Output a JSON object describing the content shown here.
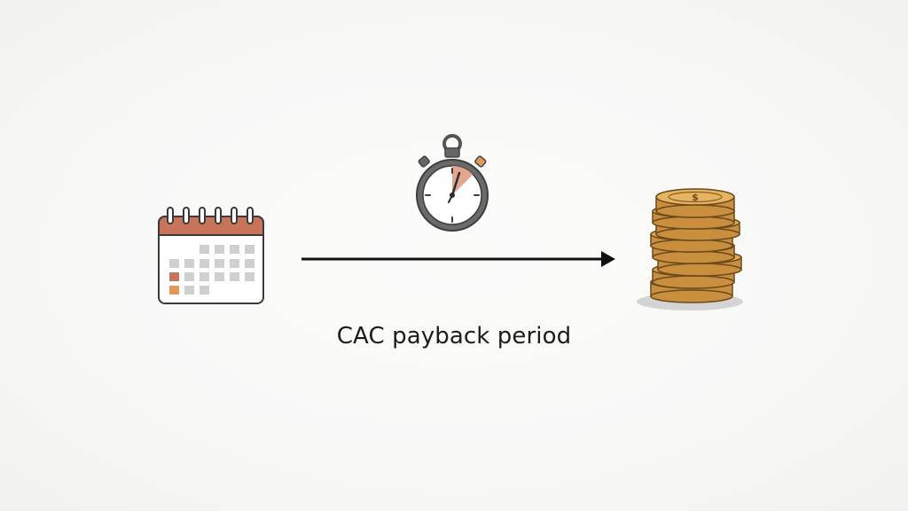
{
  "diagram": {
    "caption": "CAC payback period",
    "nodes": [
      {
        "id": "start",
        "icon": "calendar-icon"
      },
      {
        "id": "timer",
        "icon": "stopwatch-icon"
      },
      {
        "id": "end",
        "icon": "coin-stack-icon"
      }
    ],
    "edges": [
      {
        "from": "start",
        "to": "end",
        "style": "arrow"
      }
    ],
    "colors": {
      "calendar_header": "#c8745a",
      "calendar_highlight": "#e09a57",
      "stopwatch_wedge": "#e2a88f",
      "coin_gold": "#d69c45",
      "arrow": "#111111"
    }
  }
}
